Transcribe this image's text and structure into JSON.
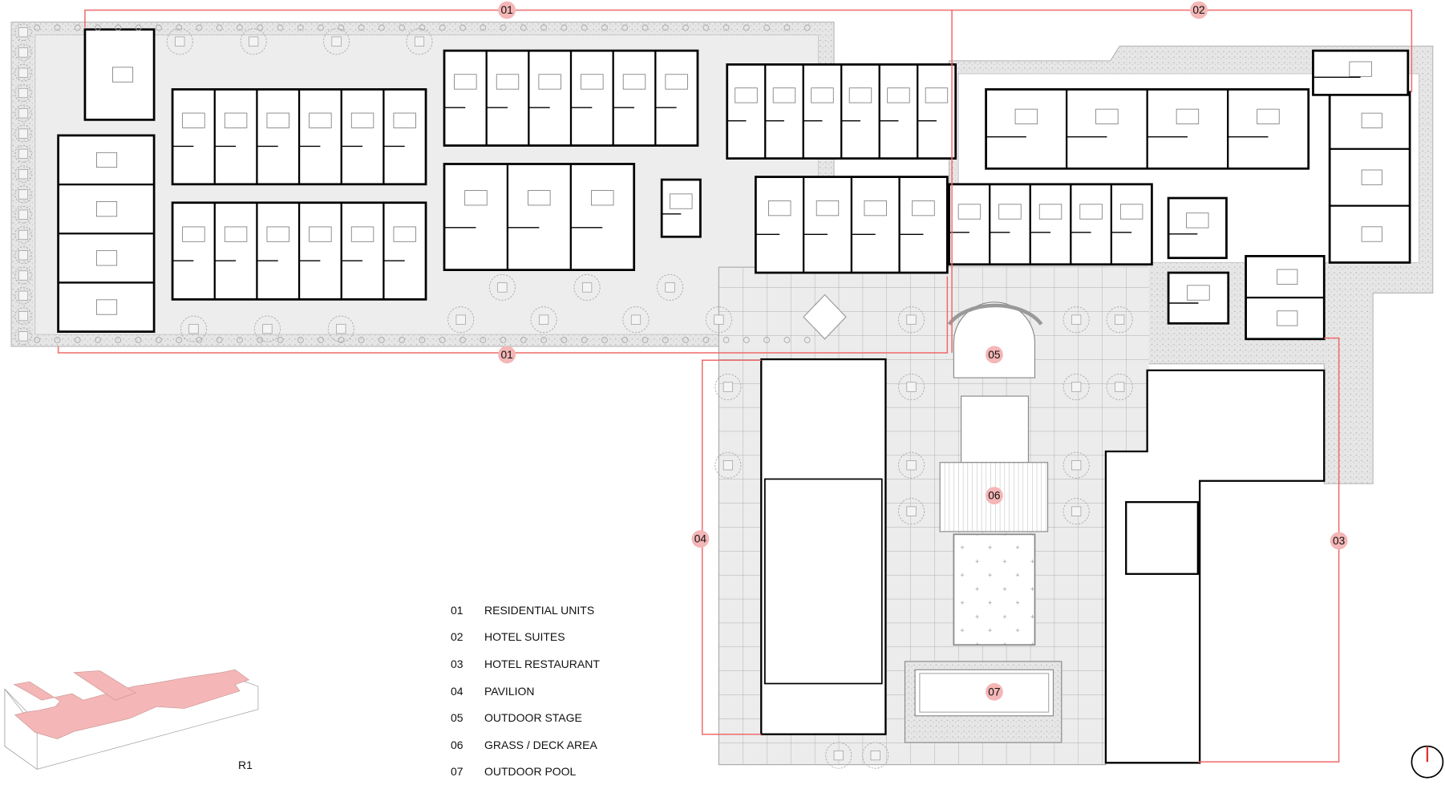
{
  "plan": {
    "level_label": "R1",
    "accent_color": "#f4b6b6",
    "line_color": "#f06a6a",
    "markers": [
      {
        "id": "01",
        "label": "01"
      },
      {
        "id": "01b",
        "label": "01"
      },
      {
        "id": "02",
        "label": "02"
      },
      {
        "id": "03",
        "label": "03"
      },
      {
        "id": "04",
        "label": "04"
      },
      {
        "id": "05",
        "label": "05"
      },
      {
        "id": "06",
        "label": "06"
      },
      {
        "id": "07",
        "label": "07"
      }
    ]
  },
  "legend": [
    {
      "num": "01",
      "label": "RESIDENTIAL UNITS"
    },
    {
      "num": "02",
      "label": "HOTEL SUITES"
    },
    {
      "num": "03",
      "label": "HOTEL RESTAURANT"
    },
    {
      "num": "04",
      "label": "PAVILION"
    },
    {
      "num": "05",
      "label": "OUTDOOR STAGE"
    },
    {
      "num": "06",
      "label": "GRASS / DECK AREA"
    },
    {
      "num": "07",
      "label": "OUTDOOR POOL"
    }
  ],
  "north_arrow": {
    "icon": "north-arrow-icon"
  }
}
